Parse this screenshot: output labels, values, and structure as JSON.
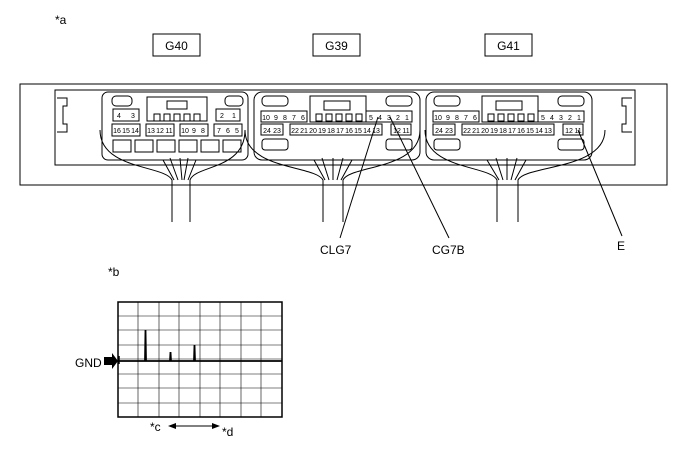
{
  "labels": {
    "a": "*a",
    "b": "*b",
    "c": "*c",
    "d": "*d",
    "gnd": "GND"
  },
  "connectors": [
    {
      "id": "G40"
    },
    {
      "id": "G39"
    },
    {
      "id": "G41"
    }
  ],
  "terminals": {
    "clg7": "CLG7",
    "cg7b": "CG7B",
    "e": "E"
  },
  "g40_pins": {
    "top": [
      "4",
      "3"
    ],
    "row_a": [
      "16",
      "15",
      "14"
    ],
    "row_b": [
      "13",
      "12",
      "11"
    ],
    "row_c": [
      "10",
      "9",
      "8"
    ],
    "row_d": [
      "7",
      "6",
      "5"
    ],
    "right_top": [
      "2",
      "1"
    ]
  },
  "g39_pins": {
    "row1_left": [
      "10",
      "9",
      "8",
      "7",
      "6"
    ],
    "row1_right": [
      "5",
      "4",
      "3",
      "2",
      "1"
    ],
    "row2_left": [
      "24",
      "23"
    ],
    "row2_mid": [
      "22",
      "21",
      "20",
      "19",
      "18",
      "17",
      "16",
      "15",
      "14",
      "13"
    ],
    "row2_right": [
      "12",
      "11"
    ]
  },
  "g41_pins": {
    "row1_left": [
      "10",
      "9",
      "8",
      "7",
      "6"
    ],
    "row1_right": [
      "5",
      "4",
      "3",
      "2",
      "1"
    ],
    "row2_left": [
      "24",
      "23"
    ],
    "row2_mid": [
      "22",
      "21",
      "20",
      "19",
      "18",
      "17",
      "16",
      "15",
      "14",
      "13"
    ],
    "row2_right": [
      "12",
      "11"
    ]
  }
}
